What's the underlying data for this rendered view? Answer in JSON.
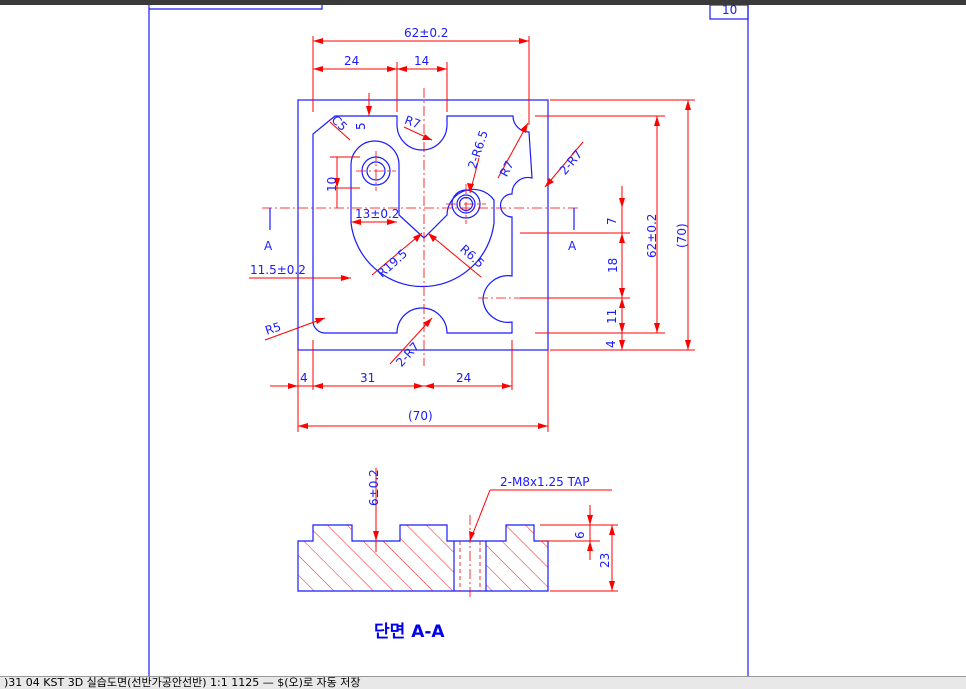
{
  "drawing": {
    "sheet_number": "10",
    "section_label_left": "A",
    "section_label_right": "A",
    "section_title": "단면 A-A",
    "dimensions": {
      "overall_width_top": "62±0.2",
      "dim_24_top": "24",
      "dim_14_top": "14",
      "chamfer": "C5",
      "dim_5": "5",
      "radius_top_slot": "R7",
      "radius_hole": "2-R6.5",
      "radius_r7_side": "R7",
      "radius_2r7_right": "2-R7",
      "dim_10": "10",
      "dim_13": "13±0.2",
      "dim_11_5": "11.5±0.2",
      "radius_19_5": "R19.5",
      "radius_6_5": "R6.5",
      "radius_r5": "R5",
      "radius_2r7_bottom": "2-R7",
      "dim_7": "7",
      "dim_18": "18",
      "dim_11": "11",
      "dim_4_right": "4",
      "height_62": "62±0.2",
      "height_70": "(70)",
      "dim_4_bottom": "4",
      "dim_31": "31",
      "dim_24_bottom": "24",
      "overall_width_bottom": "(70)",
      "depth_6_section": "6±0.2",
      "tap_note": "2-M8x1.25 TAP",
      "dim_6_right": "6",
      "dim_23": "23"
    }
  },
  "status_bar": {
    "text": ")31 04 KST 3D 실습도면(선반가공안선반) 1:1 1125 — $(오)로 자동 저장"
  },
  "colors": {
    "outline": "#1a1aff",
    "dimension": "#ff0000",
    "text": "#1a1aff",
    "background": "#ffffff"
  }
}
